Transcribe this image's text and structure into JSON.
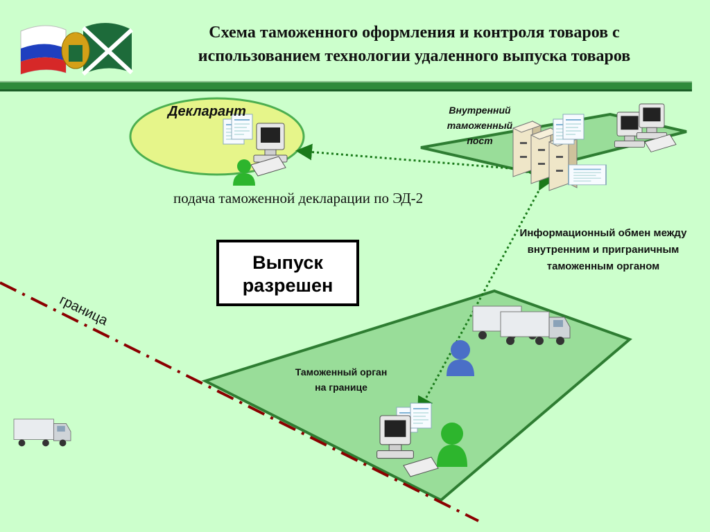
{
  "title": {
    "line1": "Схема таможенного оформления и контроля товаров с",
    "line2": "использованием технологии удаленного выпуска товаров"
  },
  "declarant": {
    "label": "Декларант"
  },
  "submission": {
    "label": "подача таможенной декларации по ЭД-2"
  },
  "inner_post": {
    "line1": "Внутренний",
    "line2": "таможенный",
    "line3": "пост"
  },
  "exchange": {
    "line1": "Информационный обмен между",
    "line2": "внутренним и приграничным",
    "line3": "таможенным органом"
  },
  "release": {
    "line1": "Выпуск",
    "line2": "разрешен"
  },
  "border_label": "граница",
  "border_org": {
    "line1": "Таможенный орган",
    "line2": "на границе"
  },
  "colors": {
    "background": "#ccffcc",
    "zone_fill": "#99dd99",
    "zone_stroke": "#2e7d32",
    "ellipse_fill": "#e6f58a",
    "border_line": "#8b0000",
    "arrow": "#1a7a1a"
  },
  "icons": [
    "flag-icon",
    "computer-icon",
    "server-icon",
    "person-icon",
    "truck-icon",
    "document-icon"
  ]
}
